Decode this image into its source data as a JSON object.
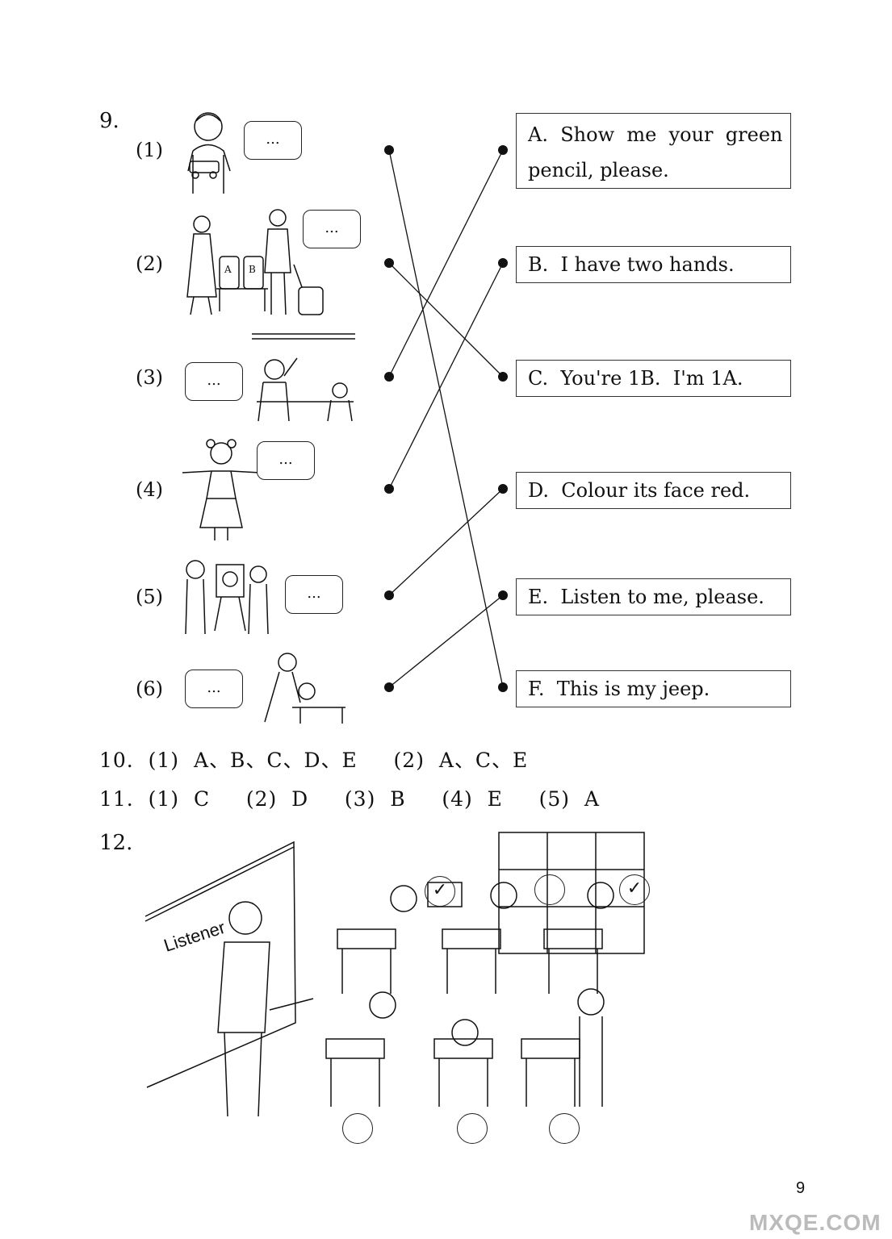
{
  "q9": {
    "number": "9.",
    "items": [
      {
        "label": "(1)",
        "bubble": "..."
      },
      {
        "label": "(2)",
        "bubble": "..."
      },
      {
        "label": "(3)",
        "bubble": "..."
      },
      {
        "label": "(4)",
        "bubble": "..."
      },
      {
        "label": "(5)",
        "bubble": "..."
      },
      {
        "label": "(6)",
        "bubble": "..."
      }
    ],
    "options": [
      {
        "text_line1": "A.  Show  me  your  green",
        "text_line2": "pencil, please."
      },
      {
        "text": "B.  I have two hands."
      },
      {
        "text": "C.  You're 1B.  I'm 1A."
      },
      {
        "text": "D.  Colour its face red."
      },
      {
        "text": "E.  Listen to me, please."
      },
      {
        "text": "F.  This is my jeep."
      }
    ]
  },
  "q10": {
    "text": "10.  (1)  A、B、C、D、E     (2)  A、C、E"
  },
  "q11": {
    "text": "11.  (1)  C     (2)  D     (3)  B     (4)  E     (5)  A"
  },
  "q12": {
    "number": "12.",
    "board_text": "Listener",
    "checks": [
      "✓",
      "✓"
    ]
  },
  "page_number": "9",
  "watermark": "MXQE.COM"
}
